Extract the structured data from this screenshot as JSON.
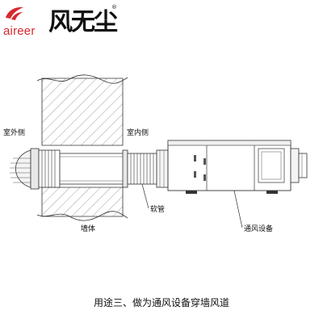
{
  "logo": {
    "wordmark": "aireer",
    "chinese": "风无尘",
    "registered": "®"
  },
  "labels": {
    "outdoor_side": "室外侧",
    "indoor_side": "室内侧",
    "flexible_pipe": "软管",
    "wall": "墙体",
    "ventilation_equipment": "通风设备"
  },
  "caption": "用途三、做为通风设备穿墙风道"
}
